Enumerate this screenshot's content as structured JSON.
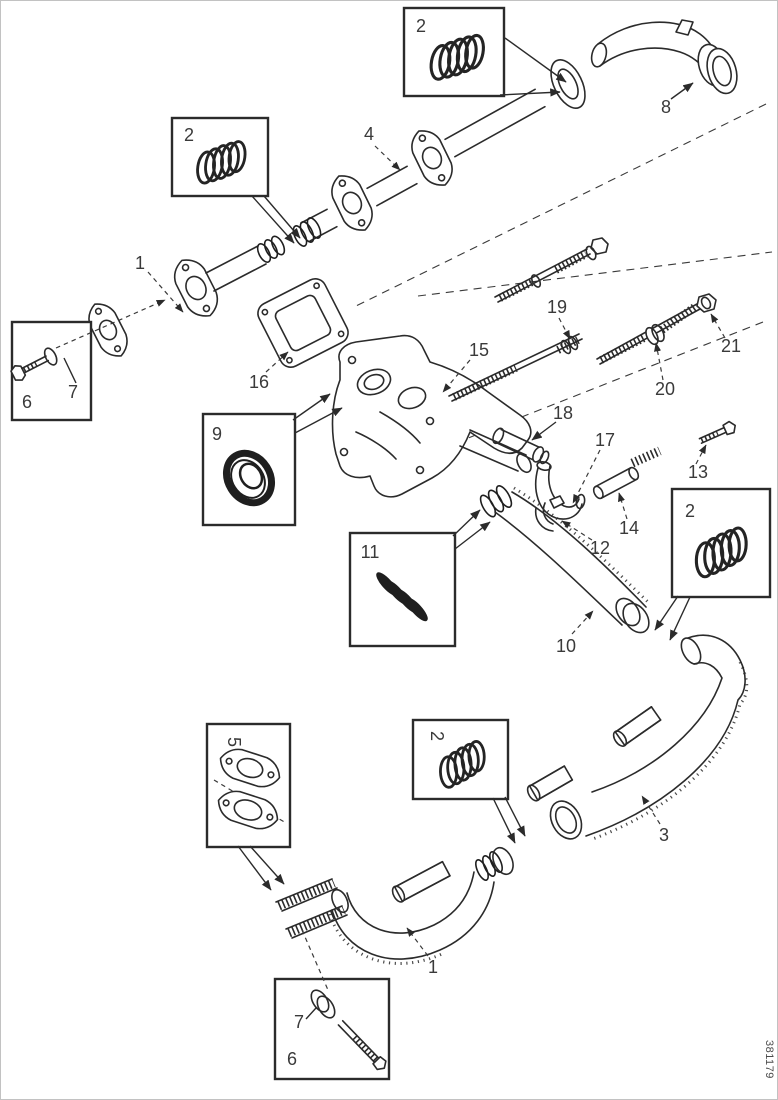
{
  "diagram": {
    "figure_number": "381179",
    "colors": {
      "ink": "#2b2b2b",
      "background": "#ffffff"
    },
    "callouts": {
      "c1": "1",
      "c2": "2",
      "c3": "3",
      "c4": "4",
      "c5": "5",
      "c6": "6",
      "c7": "7",
      "c8": "8",
      "c9": "9",
      "c10": "10",
      "c11": "11",
      "c12": "12",
      "c13": "13",
      "c14": "14",
      "c15": "15",
      "c16": "16",
      "c17": "17",
      "c18": "18",
      "c19": "19",
      "c20": "20",
      "c21": "21"
    }
  }
}
